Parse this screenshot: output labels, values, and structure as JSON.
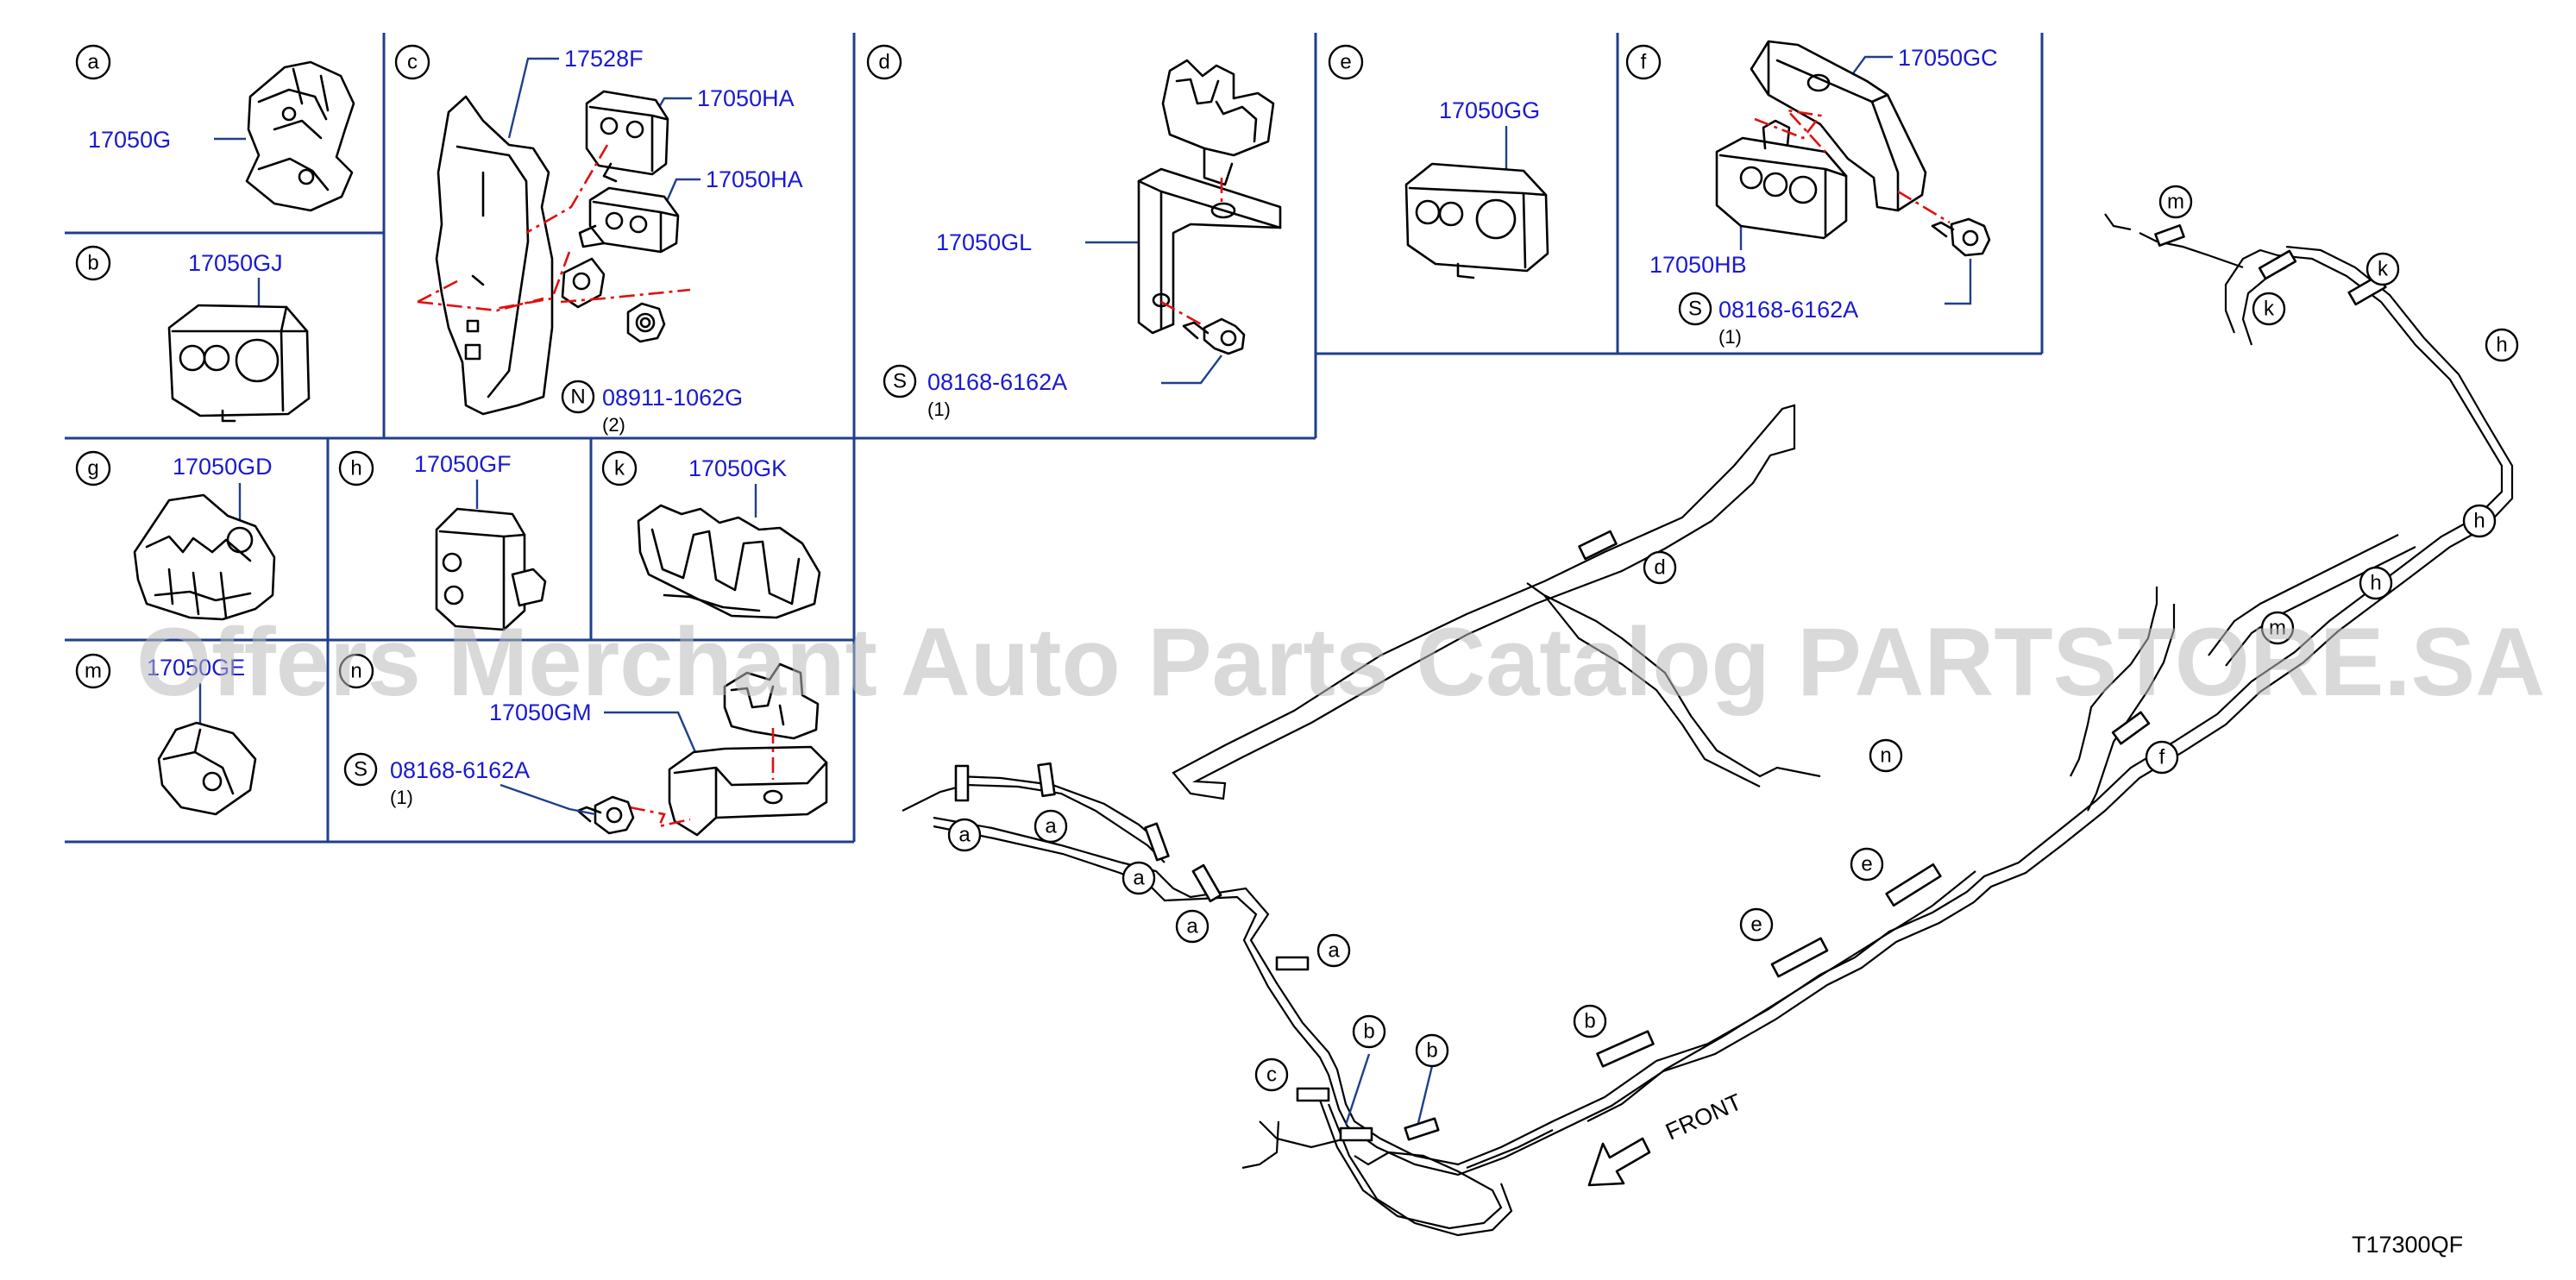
{
  "diagram_code": "T17300QF",
  "watermark": "Offers Merchant Auto Parts Catalog PARTSTORE.SA",
  "direction_label": "FRONT",
  "panels": [
    {
      "letter": "a"
    },
    {
      "letter": "b"
    },
    {
      "letter": "c"
    },
    {
      "letter": "d"
    },
    {
      "letter": "e"
    },
    {
      "letter": "f"
    },
    {
      "letter": "g"
    },
    {
      "letter": "h"
    },
    {
      "letter": "k"
    },
    {
      "letter": "m"
    },
    {
      "letter": "n"
    }
  ],
  "parts": {
    "p17050G": "17050G",
    "p17050GJ": "17050GJ",
    "p17528F": "17528F",
    "p17050HA_1": "17050HA",
    "p17050HA_2": "17050HA",
    "p08911": "08911-1062G",
    "p08911_prefix": "N",
    "p08911_qty": "(2)",
    "p17050GL": "17050GL",
    "p08168_d": "08168-6162A",
    "p08168_d_prefix": "S",
    "p08168_d_qty": "(1)",
    "p17050GG": "17050GG",
    "p17050GC": "17050GC",
    "p17050HB": "17050HB",
    "p08168_f": "08168-6162A",
    "p08168_f_prefix": "S",
    "p08168_f_qty": "(1)",
    "p17050GD": "17050GD",
    "p17050GF": "17050GF",
    "p17050GK": "17050GK",
    "p17050GE": "17050GE",
    "p17050GM": "17050GM",
    "p08168_n": "08168-6162A",
    "p08168_n_prefix": "S",
    "p08168_n_qty": "(1)"
  },
  "callouts": [
    "a",
    "a",
    "a",
    "a",
    "a",
    "b",
    "b",
    "b",
    "c",
    "d",
    "e",
    "e",
    "f",
    "h",
    "h",
    "h",
    "k",
    "k",
    "m",
    "m",
    "n"
  ],
  "colors": {
    "part_number": "#1a1ad0",
    "frame": "#1f3f8c",
    "install_line": "#e01010",
    "watermark": "#b9b9b9"
  }
}
